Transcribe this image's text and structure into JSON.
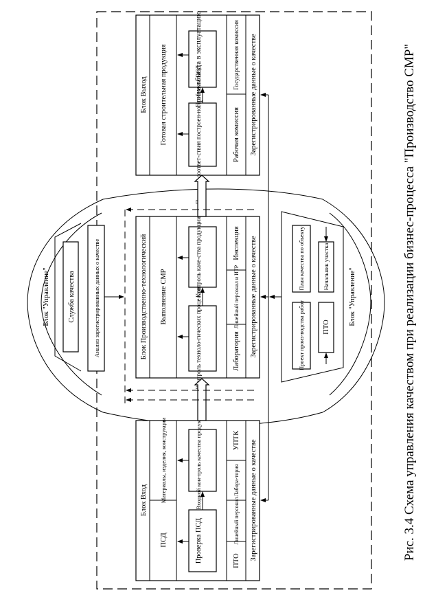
{
  "caption": "Рис. 3.4 Схема управления качеством при реализации бизнес-процесса \"Производство СМР\"",
  "blocks": {
    "input": {
      "title": "Блок Вход",
      "inputs": [
        "ПСД",
        "Материалы, изделия, конструкции"
      ],
      "processes": [
        "Проверка ПСД",
        "Входной кон-троль качества продукции"
      ],
      "actors": [
        "ПТО",
        "Линейный персонал",
        "Лабора-тория",
        "УПТК"
      ],
      "output": "Зарегистрированные данные о качестве"
    },
    "production": {
      "title": "Блок Производственно-технологический",
      "inputs": [
        "Выполнение СМР"
      ],
      "processes": [
        "Контроль техноло-гических процессов",
        "Контроль каче-ства продукции"
      ],
      "actors": [
        "Лаборатория",
        "Линейный персонал и ИТР",
        "Инспекция"
      ],
      "output": "Зарегистрированные данные о качестве"
    },
    "exit": {
      "title": "Блок Выход",
      "inputs": [
        "Готовая строительная продукция"
      ],
      "processes": [
        "Проверка соответ-ствия построен-ного объекта ПСД",
        "Прием объекта в эксплуатацию"
      ],
      "actors": [
        "Рабочая комиссия",
        "Государственная комиссия"
      ],
      "output": "Зарегистрированные данные о качестве"
    },
    "management_top": {
      "title": "Блок \"Управление\"",
      "items": [
        "Служба качества",
        "Анализ зарегистрированных данных о качестве"
      ]
    },
    "management_bottom": {
      "title": "Блок \"Управление\"",
      "items": [
        "Проект произ-водства работ",
        "План качества по объекту",
        "ПТО",
        "Начальник участка"
      ]
    }
  }
}
